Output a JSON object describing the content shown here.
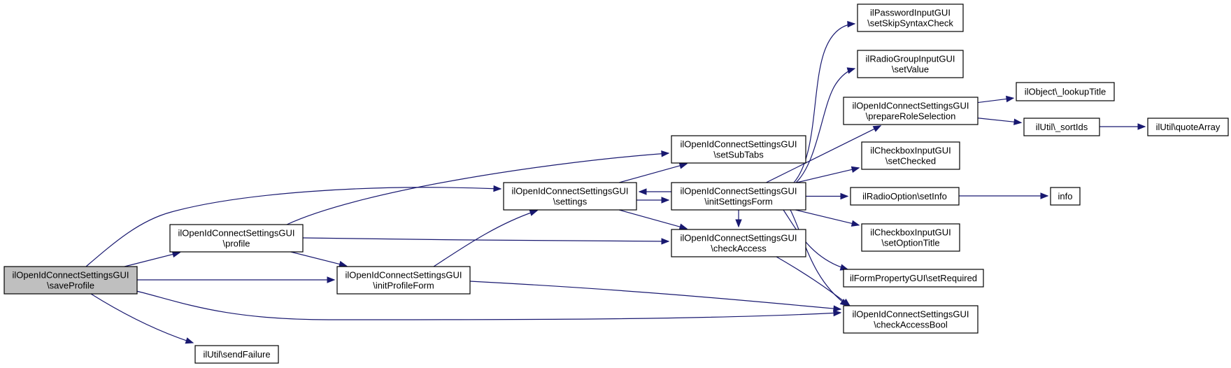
{
  "nodes": [
    {
      "id": "saveProfile",
      "lines": [
        "ilOpenIdConnectSettingsGUI",
        "\\saveProfile"
      ],
      "highlighted": true
    },
    {
      "id": "profile",
      "lines": [
        "ilOpenIdConnectSettingsGUI",
        "\\profile"
      ]
    },
    {
      "id": "sendFailure",
      "lines": [
        "ilUtil\\sendFailure"
      ]
    },
    {
      "id": "initProfileForm",
      "lines": [
        "ilOpenIdConnectSettingsGUI",
        "\\initProfileForm"
      ]
    },
    {
      "id": "settings",
      "lines": [
        "ilOpenIdConnectSettingsGUI",
        "\\settings"
      ]
    },
    {
      "id": "setSubTabs",
      "lines": [
        "ilOpenIdConnectSettingsGUI",
        "\\setSubTabs"
      ]
    },
    {
      "id": "initSettingsForm",
      "lines": [
        "ilOpenIdConnectSettingsGUI",
        "\\initSettingsForm"
      ]
    },
    {
      "id": "checkAccess",
      "lines": [
        "ilOpenIdConnectSettingsGUI",
        "\\checkAccess"
      ]
    },
    {
      "id": "setSkipSyntaxCheck",
      "lines": [
        "ilPasswordInputGUI",
        "\\setSkipSyntaxCheck"
      ]
    },
    {
      "id": "setValue",
      "lines": [
        "ilRadioGroupInputGUI",
        "\\setValue"
      ]
    },
    {
      "id": "prepareRoleSelection",
      "lines": [
        "ilOpenIdConnectSettingsGUI",
        "\\prepareRoleSelection"
      ]
    },
    {
      "id": "setChecked",
      "lines": [
        "ilCheckboxInputGUI",
        "\\setChecked"
      ]
    },
    {
      "id": "setInfo",
      "lines": [
        "ilRadioOption\\setInfo"
      ]
    },
    {
      "id": "setOptionTitle",
      "lines": [
        "ilCheckboxInputGUI",
        "\\setOptionTitle"
      ]
    },
    {
      "id": "setRequired",
      "lines": [
        "ilFormPropertyGUI\\setRequired"
      ]
    },
    {
      "id": "checkAccessBool",
      "lines": [
        "ilOpenIdConnectSettingsGUI",
        "\\checkAccessBool"
      ]
    },
    {
      "id": "lookupTitle",
      "lines": [
        "ilObject\\_lookupTitle"
      ]
    },
    {
      "id": "sortIds",
      "lines": [
        "ilUtil\\_sortIds"
      ]
    },
    {
      "id": "quoteArray",
      "lines": [
        "ilUtil\\quoteArray"
      ]
    },
    {
      "id": "info",
      "lines": [
        "info"
      ]
    }
  ],
  "edges": [
    {
      "from": "saveProfile",
      "to": "profile"
    },
    {
      "from": "saveProfile",
      "to": "settings"
    },
    {
      "from": "saveProfile",
      "to": "initProfileForm"
    },
    {
      "from": "saveProfile",
      "to": "checkAccessBool"
    },
    {
      "from": "saveProfile",
      "to": "sendFailure"
    },
    {
      "from": "profile",
      "to": "setSubTabs"
    },
    {
      "from": "profile",
      "to": "checkAccess"
    },
    {
      "from": "profile",
      "to": "initProfileForm"
    },
    {
      "from": "initProfileForm",
      "to": "settings"
    },
    {
      "from": "initProfileForm",
      "to": "checkAccessBool"
    },
    {
      "from": "settings",
      "to": "setSubTabs"
    },
    {
      "from": "settings",
      "to": "initSettingsForm"
    },
    {
      "from": "settings",
      "to": "checkAccess"
    },
    {
      "from": "initSettingsForm",
      "to": "settings"
    },
    {
      "from": "initSettingsForm",
      "to": "setSkipSyntaxCheck"
    },
    {
      "from": "initSettingsForm",
      "to": "setValue"
    },
    {
      "from": "initSettingsForm",
      "to": "prepareRoleSelection"
    },
    {
      "from": "initSettingsForm",
      "to": "setChecked"
    },
    {
      "from": "initSettingsForm",
      "to": "setInfo"
    },
    {
      "from": "initSettingsForm",
      "to": "setOptionTitle"
    },
    {
      "from": "initSettingsForm",
      "to": "setRequired"
    },
    {
      "from": "initSettingsForm",
      "to": "checkAccessBool"
    },
    {
      "from": "initSettingsForm",
      "to": "checkAccess"
    },
    {
      "from": "checkAccess",
      "to": "checkAccessBool"
    },
    {
      "from": "prepareRoleSelection",
      "to": "lookupTitle"
    },
    {
      "from": "prepareRoleSelection",
      "to": "sortIds"
    },
    {
      "from": "sortIds",
      "to": "quoteArray"
    },
    {
      "from": "setInfo",
      "to": "info"
    }
  ],
  "colors": {
    "edge": "#191970",
    "highlight_fill": "#bfbfbf",
    "node_border": "#000000"
  }
}
